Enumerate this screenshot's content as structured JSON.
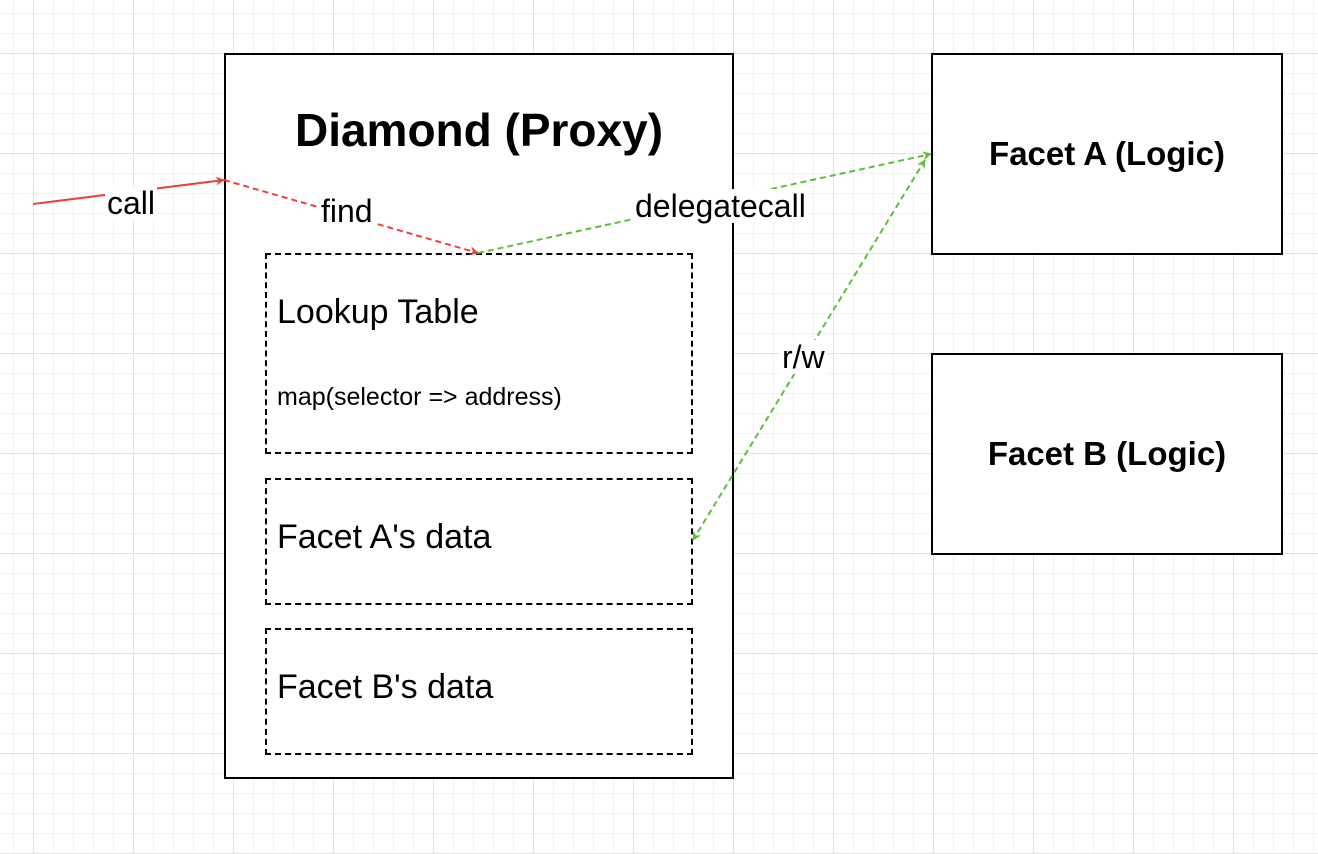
{
  "diamond": {
    "title": "Diamond (Proxy)",
    "lookup_table": {
      "title": "Lookup Table",
      "mapping": "map(selector => address)"
    },
    "facet_a_data": "Facet A's data",
    "facet_b_data": "Facet B's data"
  },
  "facets": {
    "a": "Facet A (Logic)",
    "b": "Facet B (Logic)"
  },
  "edges": {
    "call": "call",
    "find": "find",
    "delegatecall": "delegatecall",
    "rw": "r/w"
  },
  "colors": {
    "call_edge": "#e8443a",
    "find_edge": "#e8443a",
    "delegatecall_edge": "#5bbf3a",
    "rw_edge": "#5bbf3a"
  }
}
